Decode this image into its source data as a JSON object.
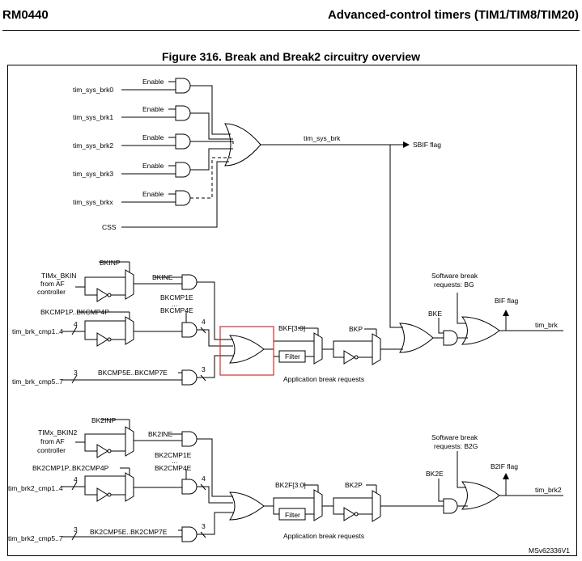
{
  "header": {
    "doc_id": "RM0440",
    "section_title": "Advanced-control timers (TIM1/TIM8/TIM20)"
  },
  "figure": {
    "title": "Figure 316. Break and Break2 circuitry overview",
    "ref_code": "MSv62336V1"
  },
  "sys_break": {
    "inputs": [
      "tim_sys_brk0",
      "tim_sys_brk1",
      "tim_sys_brk2",
      "tim_sys_brk3",
      "tim_sys_brkx"
    ],
    "enable_label": "Enable",
    "css_label": "CSS",
    "output_signal": "tim_sys_brk",
    "flag": "SBIF flag"
  },
  "brk": {
    "bkin_source": [
      "TIMx_BKIN",
      "from AF",
      "controller"
    ],
    "bkinp": "BKINP",
    "bkine": "BKINE",
    "cmp_enable": [
      "BKCMP1E",
      "...",
      "BKCMP4E"
    ],
    "cmp_pol": "BKCMP1P..BKCMP4P",
    "cmp_in_1_4": "tim_brk_cmp1..4",
    "bus4": "4",
    "bus3": "3",
    "cmp_in_5_7": "tim_brk_cmp5..7",
    "cmp_5_7_enable": "BKCMP5E..BKCMP7E",
    "filter_cfg": "BKF[3:0]",
    "filter_label": "Filter",
    "polarity": "BKP",
    "app_requests": "Application break requests",
    "bke": "BKE",
    "sw_requests": [
      "Software break",
      "requests: BG"
    ],
    "flag": "BIF flag",
    "output": "tim_brk"
  },
  "brk2": {
    "bkin_source": [
      "TIMx_BKIN2",
      "from AF",
      "controller"
    ],
    "bkinp": "BK2INP",
    "bkine": "BK2INE",
    "cmp_enable": [
      "BK2CMP1E",
      "...",
      "BK2CMP4E"
    ],
    "cmp_pol": "BK2CMP1P..BK2CMP4P",
    "cmp_in_1_4": "tim_brk2_cmp1..4",
    "bus4": "4",
    "bus3": "3",
    "cmp_in_5_7": "tim_brk2_cmp5..7",
    "cmp_5_7_enable": "BK2CMP5E..BK2CMP7E",
    "filter_cfg": "BK2F[3:0]",
    "filter_label": "Filter",
    "polarity": "BK2P",
    "app_requests": "Application break requests",
    "bke": "BK2E",
    "sw_requests": [
      "Software break",
      "requests: B2G"
    ],
    "flag": "B2IF flag",
    "output": "tim_brk2"
  },
  "colors": {
    "highlight": "#d32f2f",
    "line": "#000000"
  }
}
